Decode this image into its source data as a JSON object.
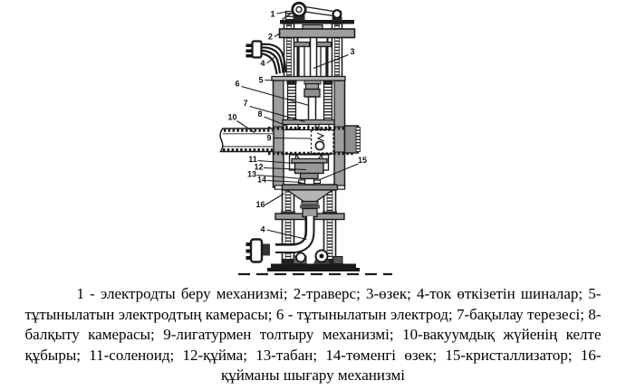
{
  "figure": {
    "caption": "1 - электродты беру механизмі; 2-траверс; 3-өзек; 4-ток өткізетін шиналар; 5-тұтынылатын электродтың камерасы; 6 - тұтынылатын электрод; 7-бақылау терезесі; 8-балқыту камерасы; 9-лигатурмен толтыру механизмі; 10-вакуумдық жүйенің келте құбыры; 11-соленоид; 12-құйма; 13-табан; 14-төменгі өзек; 15-кристаллизатор; 16-құйманы шығару механизмі",
    "labels": {
      "l1": "1",
      "l2": "2",
      "l3": "3",
      "l4": "4",
      "l5": "5",
      "l6": "6",
      "l7": "7",
      "l8": "8",
      "l9": "9",
      "l10": "10",
      "l11": "11",
      "l12": "12",
      "l13": "13",
      "l14": "14",
      "l15": "15",
      "l16": "16",
      "l4b": "4"
    },
    "colors": {
      "line": "#1a1a1a",
      "metal_gray": "#9e9e9e",
      "dark_gray": "#8f8f8f",
      "light_gray": "#b5b5b5"
    }
  }
}
